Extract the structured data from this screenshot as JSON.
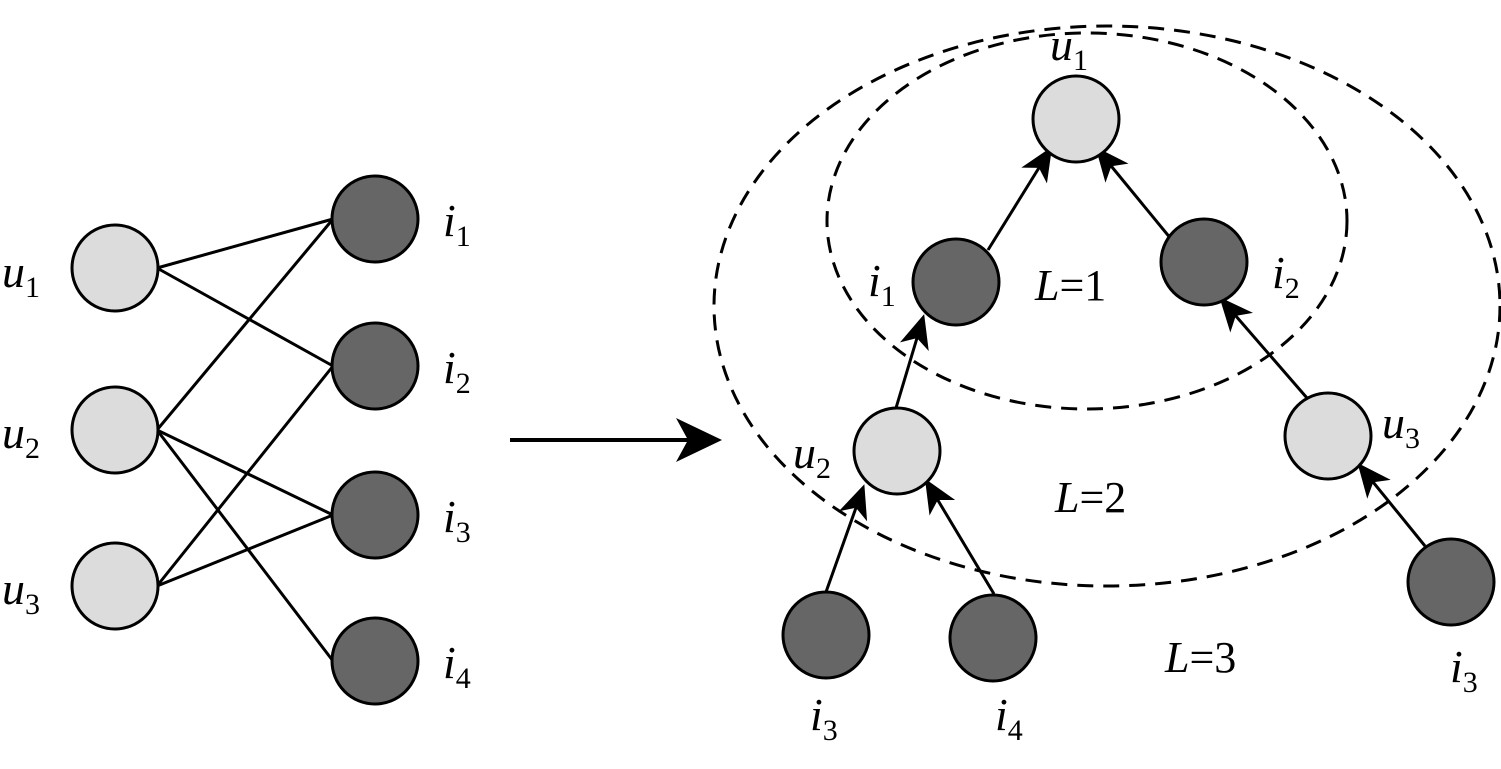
{
  "colors": {
    "user_node": "#dcdcdc",
    "item_node": "#666666",
    "stroke": "#000000"
  },
  "bipartite": {
    "users": [
      {
        "id": "u1",
        "base": "u",
        "sub": "1"
      },
      {
        "id": "u2",
        "base": "u",
        "sub": "2"
      },
      {
        "id": "u3",
        "base": "u",
        "sub": "3"
      }
    ],
    "items": [
      {
        "id": "i1",
        "base": "i",
        "sub": "1"
      },
      {
        "id": "i2",
        "base": "i",
        "sub": "2"
      },
      {
        "id": "i3",
        "base": "i",
        "sub": "3"
      },
      {
        "id": "i4",
        "base": "i",
        "sub": "4"
      }
    ],
    "edges": [
      [
        "u1",
        "i1"
      ],
      [
        "u1",
        "i2"
      ],
      [
        "u2",
        "i1"
      ],
      [
        "u2",
        "i3"
      ],
      [
        "u2",
        "i4"
      ],
      [
        "u3",
        "i2"
      ],
      [
        "u3",
        "i3"
      ]
    ]
  },
  "tree": {
    "root": {
      "base": "u",
      "sub": "1"
    },
    "level1": [
      {
        "base": "i",
        "sub": "1"
      },
      {
        "base": "i",
        "sub": "2"
      }
    ],
    "level2": [
      {
        "base": "u",
        "sub": "2"
      },
      {
        "base": "u",
        "sub": "3"
      }
    ],
    "level3": [
      {
        "base": "i",
        "sub": "3"
      },
      {
        "base": "i",
        "sub": "4"
      },
      {
        "base": "i",
        "sub": "3"
      }
    ],
    "layers": [
      {
        "name": "L",
        "value": "=1"
      },
      {
        "name": "L",
        "value": "=2"
      },
      {
        "name": "L",
        "value": "=3"
      }
    ]
  }
}
